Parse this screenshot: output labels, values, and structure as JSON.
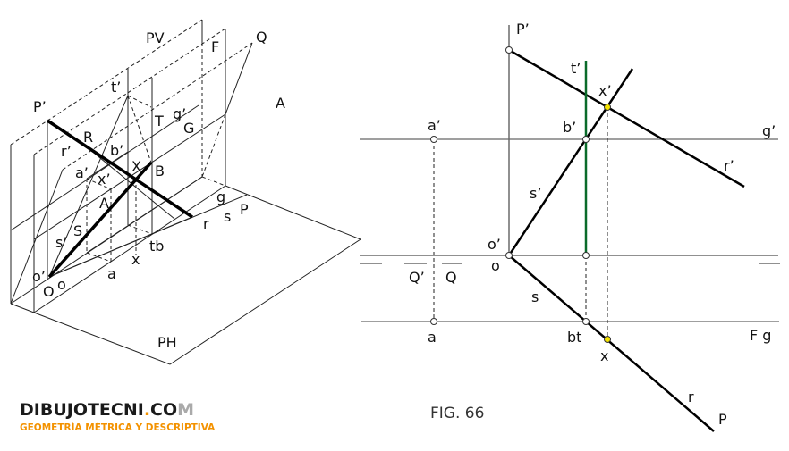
{
  "left_figure": {
    "labels": {
      "pv": "PV",
      "f": "F",
      "q": "Q",
      "t_prime": "t’",
      "p_prime": "P’",
      "a_plane": "A",
      "T": "T",
      "g_prime": "g’",
      "G": "G",
      "R": "R",
      "r_prime": "r’",
      "b_prime": "b’",
      "X": "X",
      "B": "B",
      "a_prime": "a’",
      "x_prime": "x’",
      "A_point": "A",
      "g": "g",
      "s": "s",
      "P": "P",
      "r": "r",
      "s_prime": "s’",
      "S": "S",
      "tb": "tb",
      "x": "x",
      "a": "a",
      "o_prime": "o’",
      "O": "O",
      "o": "o",
      "ph": "PH"
    }
  },
  "right_figure": {
    "labels": {
      "p_prime": "P’",
      "t_prime": "t’",
      "x_prime": "x’",
      "a_prime": "a’",
      "b_prime": "b’",
      "g_prime": "g’",
      "r_prime": "r’",
      "s_prime": "s’",
      "o_prime": "o’",
      "o": "o",
      "q_prime": "Q’",
      "q": "Q",
      "s": "s",
      "a": "a",
      "bt": "bt",
      "fg": "F g",
      "x": "x",
      "r": "r",
      "p": "P"
    },
    "caption": "FIG. 66",
    "colors": {
      "trace_t": "#0a6b2a",
      "intersection": "#f5e400"
    }
  },
  "logo": {
    "main": "DIBUJOTECNI",
    "dot": ".",
    "co": "CO",
    "m": "M",
    "tagline": "GEOMETRÍA MÉTRICA Y DESCRIPTIVA"
  }
}
